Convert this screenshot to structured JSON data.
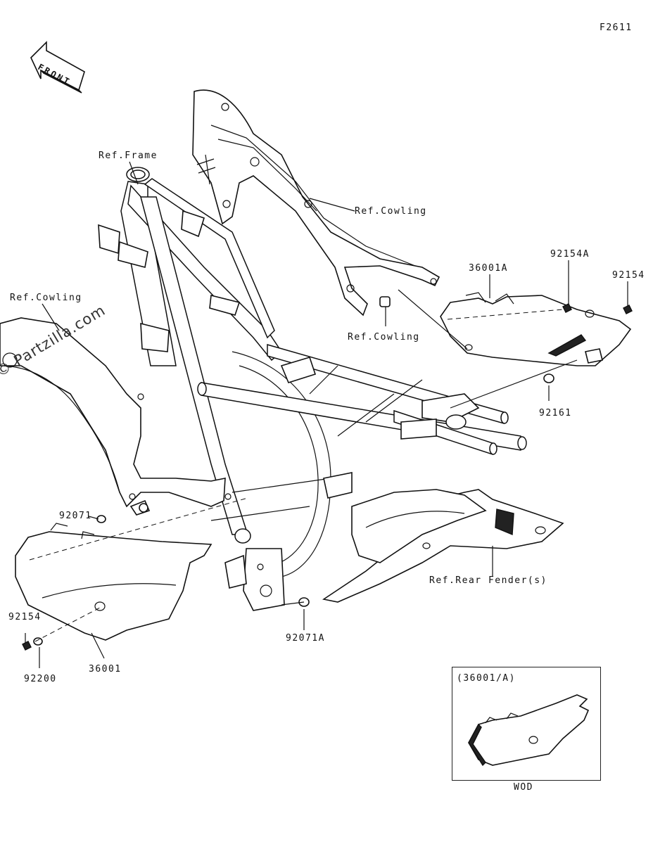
{
  "diagram_id": "F2611",
  "front_marker": "FRONT",
  "watermark": "© Partzilla.com",
  "labels": {
    "ref_frame": "Ref.Frame",
    "ref_cowling_top": "Ref.Cowling",
    "ref_cowling_mid": "Ref.Cowling",
    "ref_cowling_left": "Ref.Cowling",
    "ref_rear_fender": "Ref.Rear Fender(s)",
    "p36001a": "36001A",
    "p92154a": "92154A",
    "p92154_right": "92154",
    "p92161": "92161",
    "p92071": "92071",
    "p92071a": "92071A",
    "p92154_left": "92154",
    "p92200": "92200",
    "p36001": "36001"
  },
  "inset": {
    "title": "(36001/A)",
    "caption": "WOD"
  }
}
